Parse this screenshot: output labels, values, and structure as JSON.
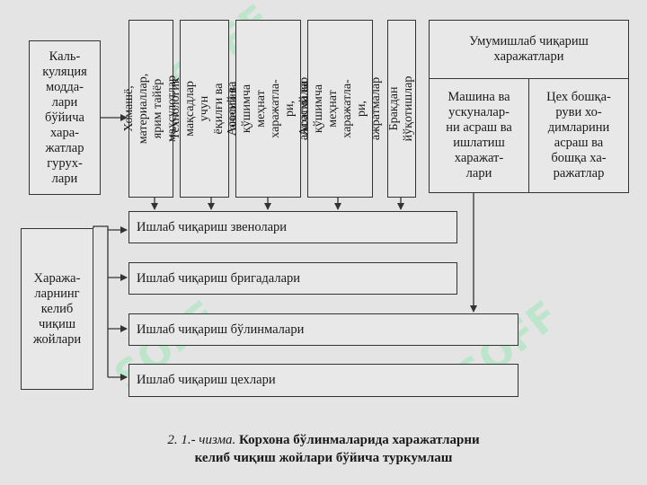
{
  "left_top": "Каль-\nкуляция\nмоддa-\nлари\nбўйича\nхара-\nжатлар\nгурух-\nлари",
  "left_bottom": "Хаража-\nларнинг\nкелиб\nчиқиш\nжойлари",
  "vertical_items": [
    "Хомашё, материаллар,\nярим тайёр маҳсулотлар",
    "Технологик мақсадлар\nучун ёқилғи ва энергия",
    "Асосий ва қўшимча\nмеҳнат харажатла-\nри, ажратмалар",
    "Асосий ва қўшимча\nмеҳнат харажатла-\nри, ажратмалар",
    "Бракдан йўқотишлар"
  ],
  "general": {
    "header": "Умумишлаб чиқариш\nхаражатлари",
    "sub_left": "Машина ва\nускуналар-\nни асраш ва\nишлатиш\nхаражат-\nлари",
    "sub_right": "Цех бошқа-\nруви хо-\nдимларини\nасраш ва\nбошқа ха-\nражатлар"
  },
  "production_levels": [
    "Ишлаб чиқариш звенолари",
    "Ишлаб чиқариш бригадалари",
    "Ишлаб чиқариш бўлинмалари",
    "Ишлаб чиқариш цехлари"
  ],
  "caption": {
    "number": "2. 1.- чизма.",
    "line1": "Корхона бўлинмаларида харажатларни",
    "line2": "келиб чиқиш жойлари бўйича туркумлаш"
  },
  "watermark": "SOFF"
}
